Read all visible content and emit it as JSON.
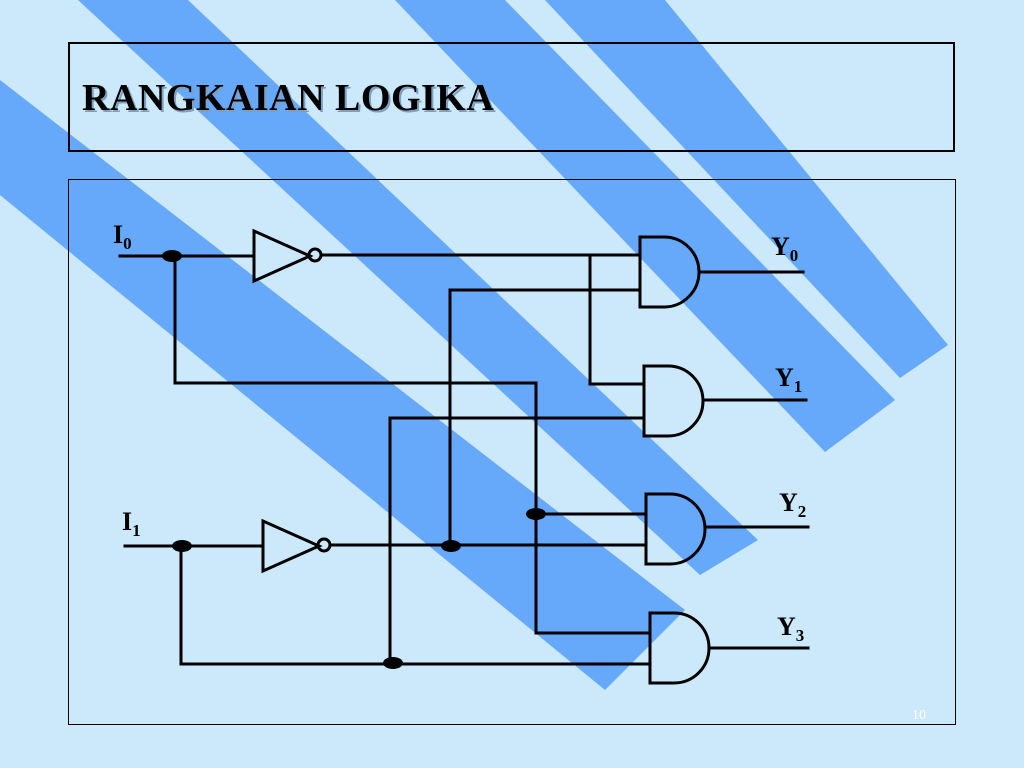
{
  "slide": {
    "title": "RANGKAIAN LOGIKA",
    "page_number": "10"
  },
  "diagram": {
    "inputs": [
      {
        "label": "I",
        "sub": "0"
      },
      {
        "label": "I",
        "sub": "1"
      }
    ],
    "outputs": [
      {
        "label": "Y",
        "sub": "0"
      },
      {
        "label": "Y",
        "sub": "1"
      },
      {
        "label": "Y",
        "sub": "2"
      },
      {
        "label": "Y",
        "sub": "3"
      }
    ]
  },
  "colors": {
    "background": "#cce8fb",
    "stripe": "#66a8fa",
    "line": "#000000"
  }
}
